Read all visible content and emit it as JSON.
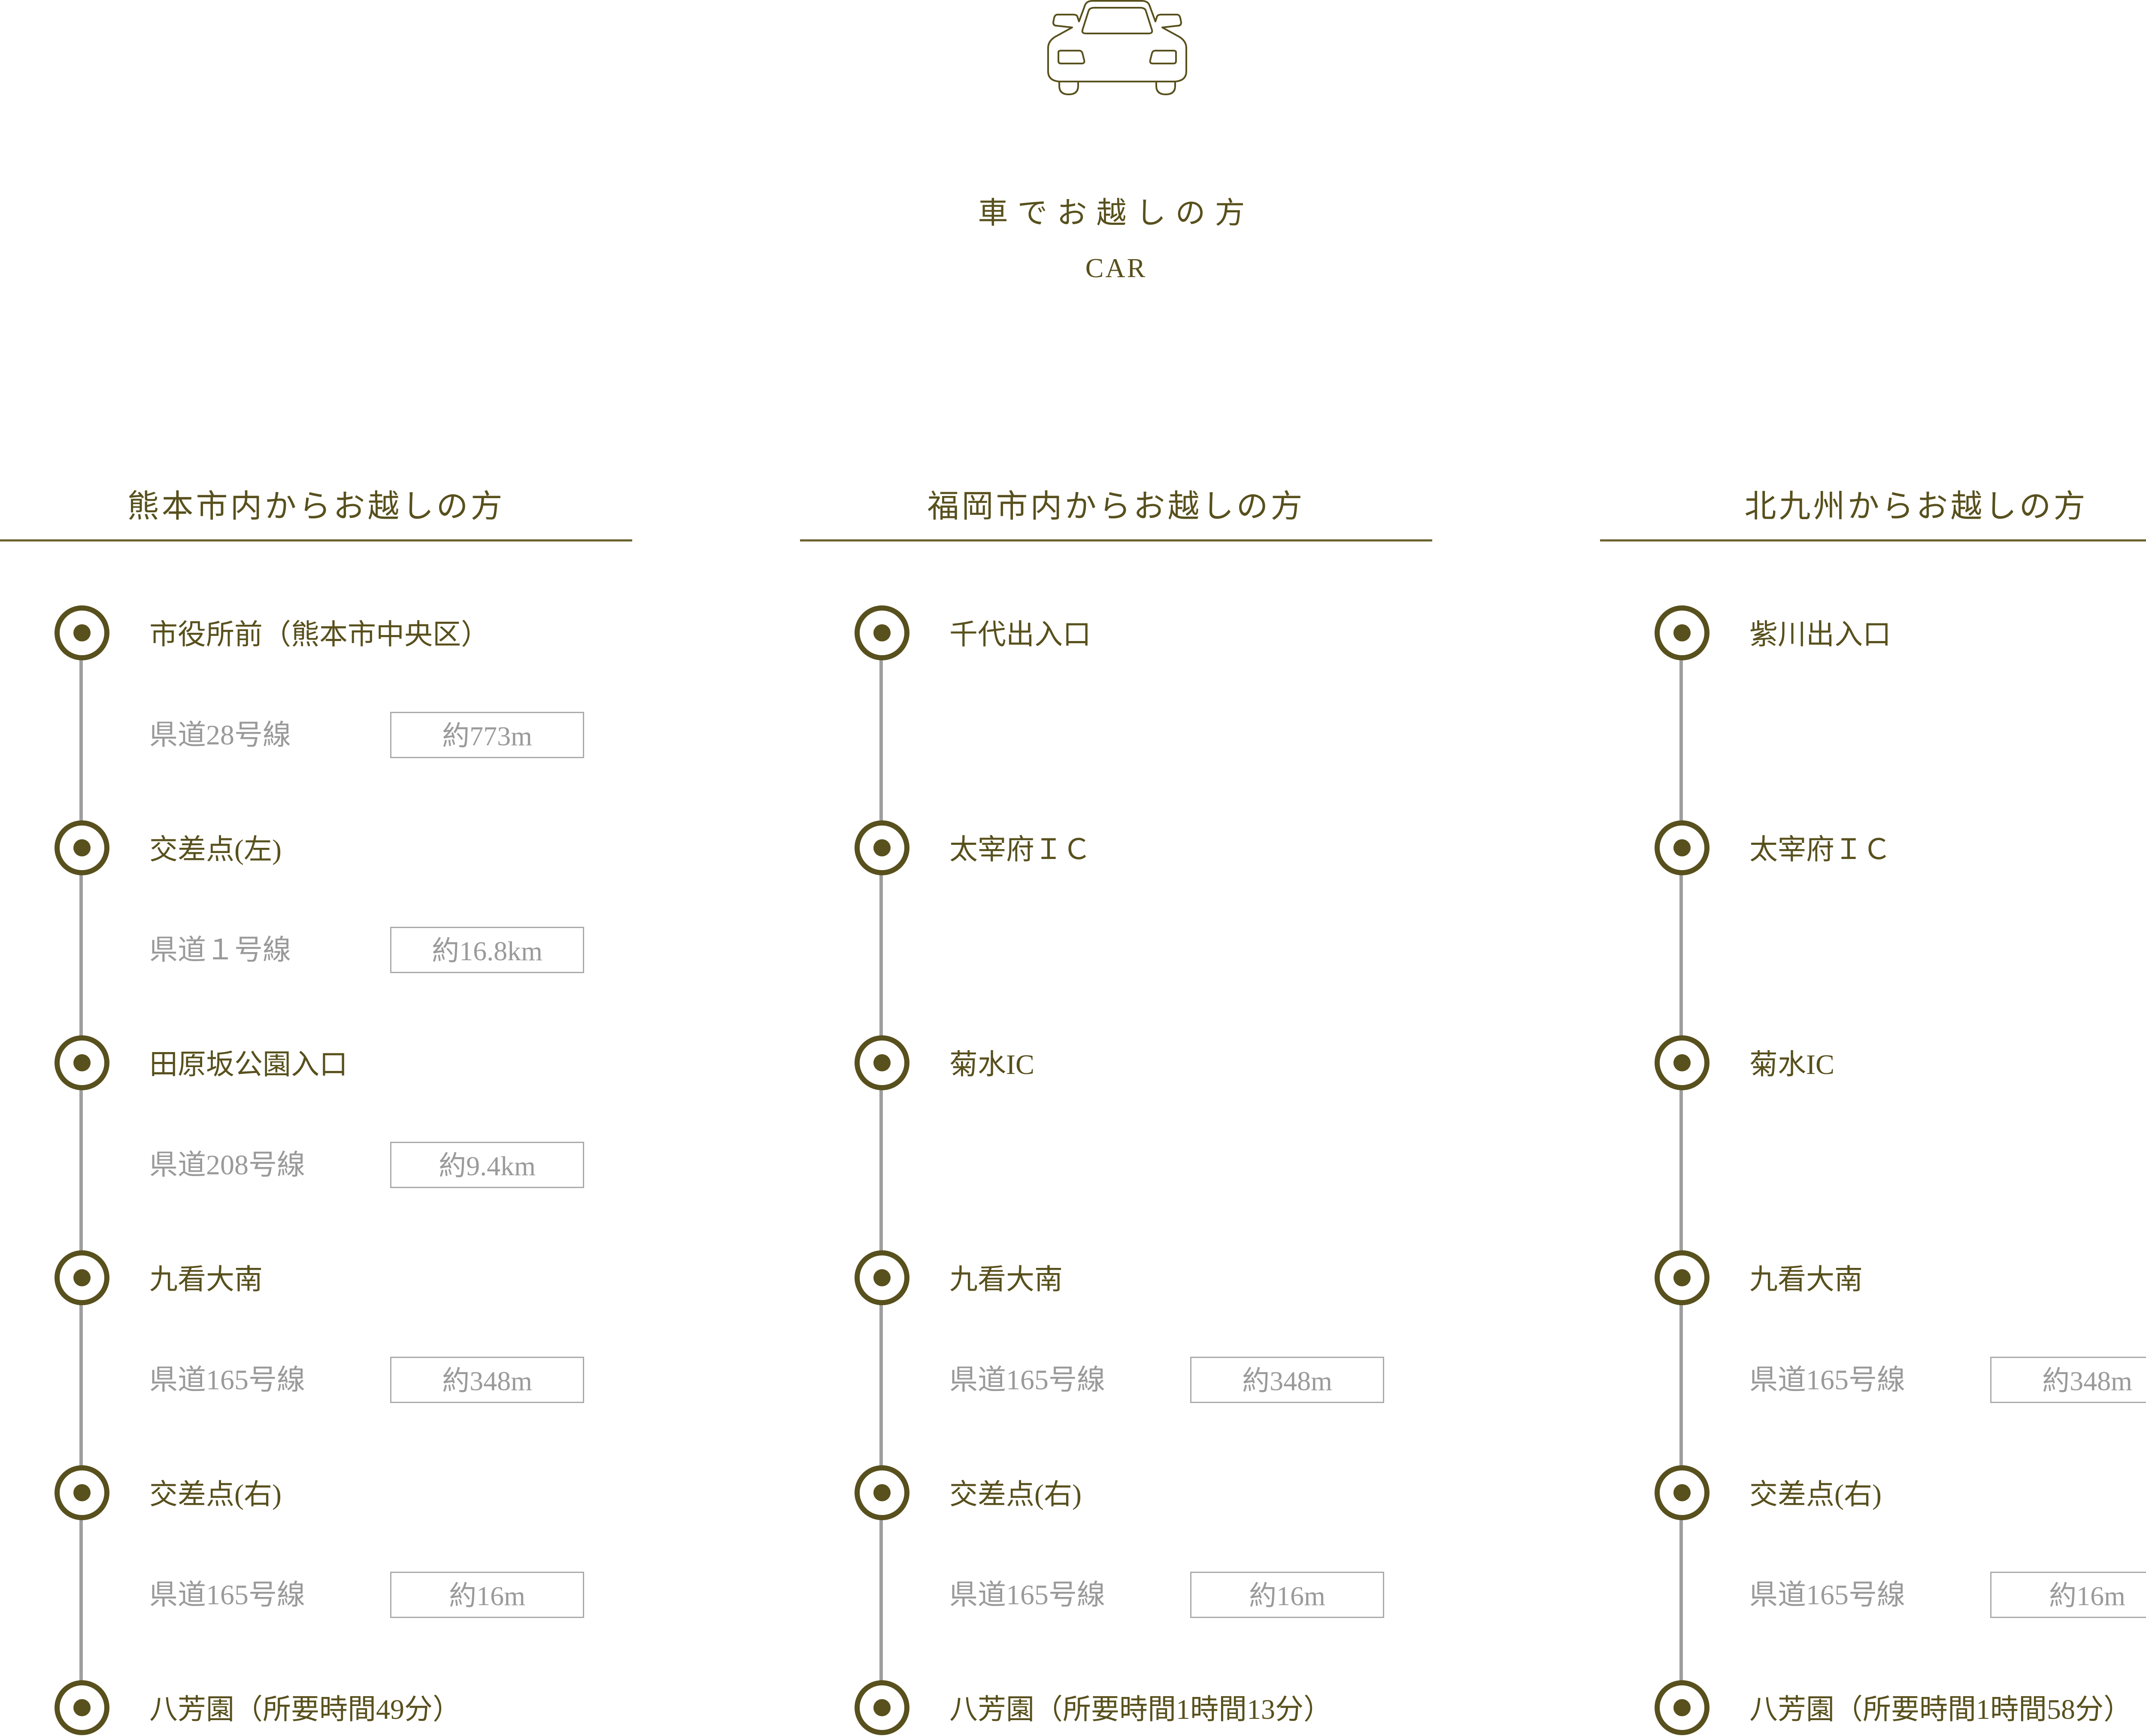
{
  "header": {
    "icon": "car-icon",
    "title": "車でお越しの方",
    "subtitle": "CAR"
  },
  "colors": {
    "accent": "#58501d",
    "muted": "#9a9a9a",
    "line": "#9e9e9e"
  },
  "routes": [
    {
      "title": "熊本市内からお越しの方",
      "stops": [
        "市役所前（熊本市中央区）",
        "交差点(左)",
        "田原坂公園入口",
        "九看大南",
        "交差点(右)",
        "八芳園（所要時間49分）"
      ],
      "segments": [
        {
          "road": "県道28号線",
          "distance": "約773m"
        },
        {
          "road": "県道１号線",
          "distance": "約16.8km"
        },
        {
          "road": "県道208号線",
          "distance": "約9.4km"
        },
        {
          "road": "県道165号線",
          "distance": "約348m"
        },
        {
          "road": "県道165号線",
          "distance": "約16m"
        }
      ]
    },
    {
      "title": "福岡市内からお越しの方",
      "stops": [
        "千代出入口",
        "太宰府ＩＣ",
        "菊水IC",
        "九看大南",
        "交差点(右)",
        "八芳園（所要時間1時間13分）"
      ],
      "segments": [
        null,
        null,
        null,
        {
          "road": "県道165号線",
          "distance": "約348m"
        },
        {
          "road": "県道165号線",
          "distance": "約16m"
        }
      ]
    },
    {
      "title": "北九州からお越しの方",
      "stops": [
        "紫川出入口",
        "太宰府ＩＣ",
        "菊水IC",
        "九看大南",
        "交差点(右)",
        "八芳園（所要時間1時間58分）"
      ],
      "segments": [
        null,
        null,
        null,
        {
          "road": "県道165号線",
          "distance": "約348m"
        },
        {
          "road": "県道165号線",
          "distance": "約16m"
        }
      ]
    }
  ]
}
